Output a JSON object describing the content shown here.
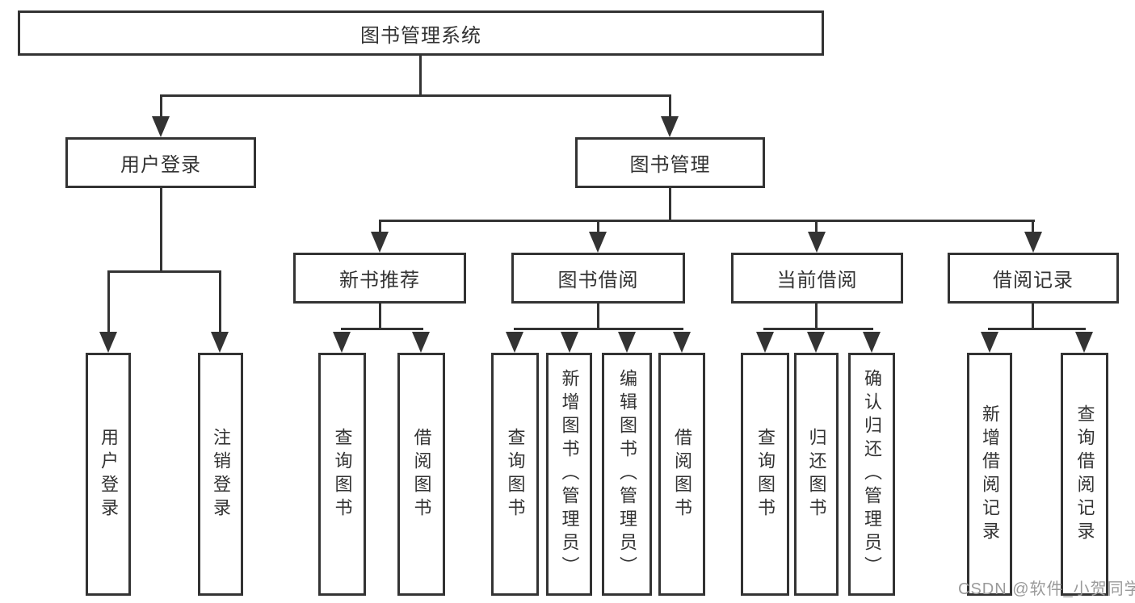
{
  "colors": {
    "line": "#333333",
    "text": "#333333",
    "background": "#ffffff",
    "watermark": "#9a9a9a"
  },
  "watermark": "CSDN @软件_小贺同学",
  "tree": {
    "root": {
      "label": "图书管理系统"
    },
    "branches": [
      {
        "label": "用户登录",
        "children": [
          {
            "label": "用户登录"
          },
          {
            "label": "注销登录"
          }
        ]
      },
      {
        "label": "图书管理",
        "children": [
          {
            "label": "新书推荐",
            "children": [
              {
                "label": "查询图书"
              },
              {
                "label": "借阅图书"
              }
            ]
          },
          {
            "label": "图书借阅",
            "children": [
              {
                "label": "查询图书"
              },
              {
                "label": "新增图书（管理员）"
              },
              {
                "label": "编辑图书（管理员）"
              },
              {
                "label": "借阅图书"
              }
            ]
          },
          {
            "label": "当前借阅",
            "children": [
              {
                "label": "查询图书"
              },
              {
                "label": "归还图书"
              },
              {
                "label": "确认归还（管理员）"
              }
            ]
          },
          {
            "label": "借阅记录",
            "children": [
              {
                "label": "新增借阅记录"
              },
              {
                "label": "查询借阅记录"
              }
            ]
          }
        ]
      }
    ]
  }
}
